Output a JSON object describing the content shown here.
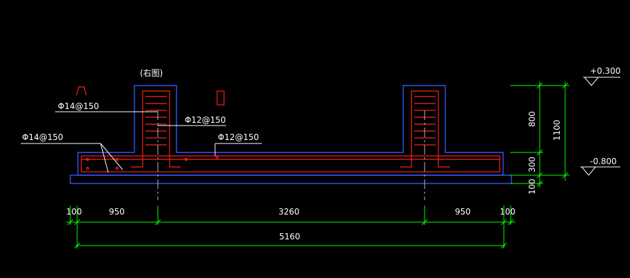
{
  "drawing": {
    "title_note": "(右图)",
    "callouts": {
      "bottom_bar_left": "Φ14@150",
      "bottom_bar_left_lower": "Φ14@150",
      "stirrup_mid": "Φ12@150",
      "top_bar_mid": "Φ12@150"
    },
    "elevations": {
      "top": "+0.300",
      "bottom": "-0.800"
    },
    "vertical_dims": {
      "upper": "800",
      "lower": "300",
      "base": "100",
      "total": "1100"
    },
    "horizontal_dims": {
      "left_offset": "100",
      "left_span": "950",
      "middle_span": "3260",
      "right_span": "950",
      "right_offset": "100",
      "total": "5160"
    },
    "colors": {
      "background": "#000000",
      "concrete_outline": "#3355ff",
      "rebar": "#ff2020",
      "dimension": "#00ff00",
      "text": "#ffffff",
      "centerline": "#bbbbbb"
    }
  }
}
